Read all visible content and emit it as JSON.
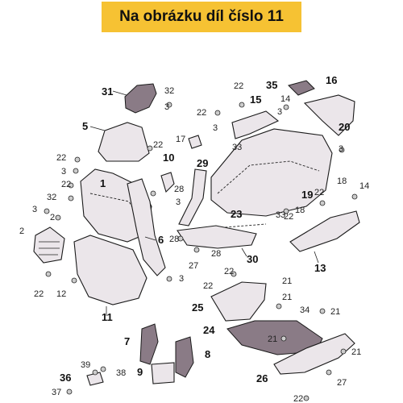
{
  "header": {
    "title": "Na obrázku díl číslo 11"
  },
  "labels": {
    "p1": "1",
    "p2a": "2",
    "p2b": "2",
    "p3a": "3",
    "p3b": "3",
    "p3c": "3",
    "p3d": "3",
    "p3e": "3",
    "p3f": "3",
    "p3g": "3",
    "p3h": "3",
    "p5": "5",
    "p6": "6",
    "p7": "7",
    "p8": "8",
    "p9": "9",
    "p10": "10",
    "p11": "11",
    "p12": "12",
    "p13": "13",
    "p14a": "14",
    "p14b": "14",
    "p15": "15",
    "p16": "16",
    "p17": "17",
    "p18a": "18",
    "p18b": "18",
    "p19": "19",
    "p20": "20",
    "p21a": "21",
    "p21b": "21",
    "p21c": "21",
    "p21d": "21",
    "p21e": "21",
    "p22a": "22",
    "p22b": "22",
    "p22c": "22",
    "p22d": "22",
    "p22e": "22",
    "p22f": "22",
    "p22g": "22",
    "p22h": "22",
    "p22i": "22",
    "p22j": "22",
    "p22k": "22",
    "p23": "23",
    "p24": "24",
    "p25": "25",
    "p26": "26",
    "p27a": "27",
    "p27b": "27",
    "p28a": "28",
    "p28b": "28",
    "p28c": "28",
    "p29": "29",
    "p30": "30",
    "p31": "31",
    "p32a": "32",
    "p32b": "32",
    "p33a": "33",
    "p33b": "33",
    "p34": "34",
    "p35": "35",
    "p36": "36",
    "p37": "37",
    "p38": "38",
    "p39": "39"
  },
  "colors": {
    "banner": "#f6c233",
    "part_fill": "#ebe6ea",
    "dark_fill": "#8a7b86"
  }
}
